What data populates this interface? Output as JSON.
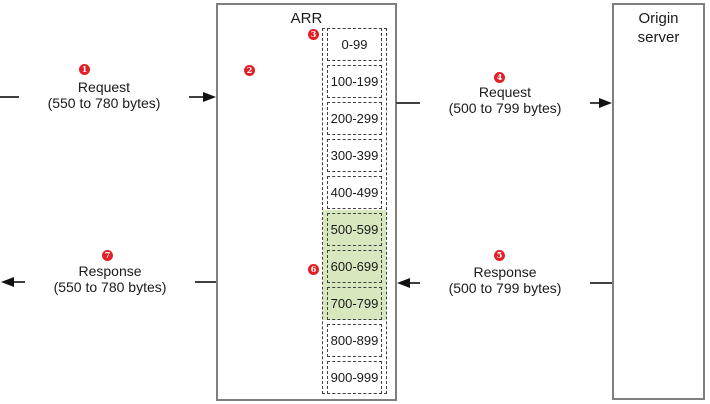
{
  "arr_box": {
    "title": "ARR"
  },
  "origin_box": {
    "title_line1": "Origin",
    "title_line2": "server"
  },
  "segments": {
    "ranges": [
      "0-99",
      "100-199",
      "200-299",
      "300-399",
      "400-499",
      "500-599",
      "600-699",
      "700-799",
      "800-899",
      "900-999"
    ],
    "highlighted_ranges": [
      "500-599",
      "600-699",
      "700-799"
    ]
  },
  "flows": [
    {
      "step": "1",
      "label": "Request",
      "detail": "(550 to 780 bytes)",
      "direction": "right"
    },
    {
      "step": "4",
      "label": "Request",
      "detail": "(500 to 799 bytes)",
      "direction": "right"
    },
    {
      "step": "5",
      "label": "Response",
      "detail": "(500 to 799 bytes)",
      "direction": "left"
    },
    {
      "step": "7",
      "label": "Response",
      "detail": "(550 to 780 bytes)",
      "direction": "left"
    }
  ],
  "markers": {
    "arr_interior": "2",
    "segment_list_top": "3",
    "cached_segment": "6"
  },
  "colors": {
    "marker_red": "#e21e26",
    "highlight_green": "#d7e8bf",
    "box_border_gray": "#7f7f7f",
    "line_dark": "#404040"
  }
}
